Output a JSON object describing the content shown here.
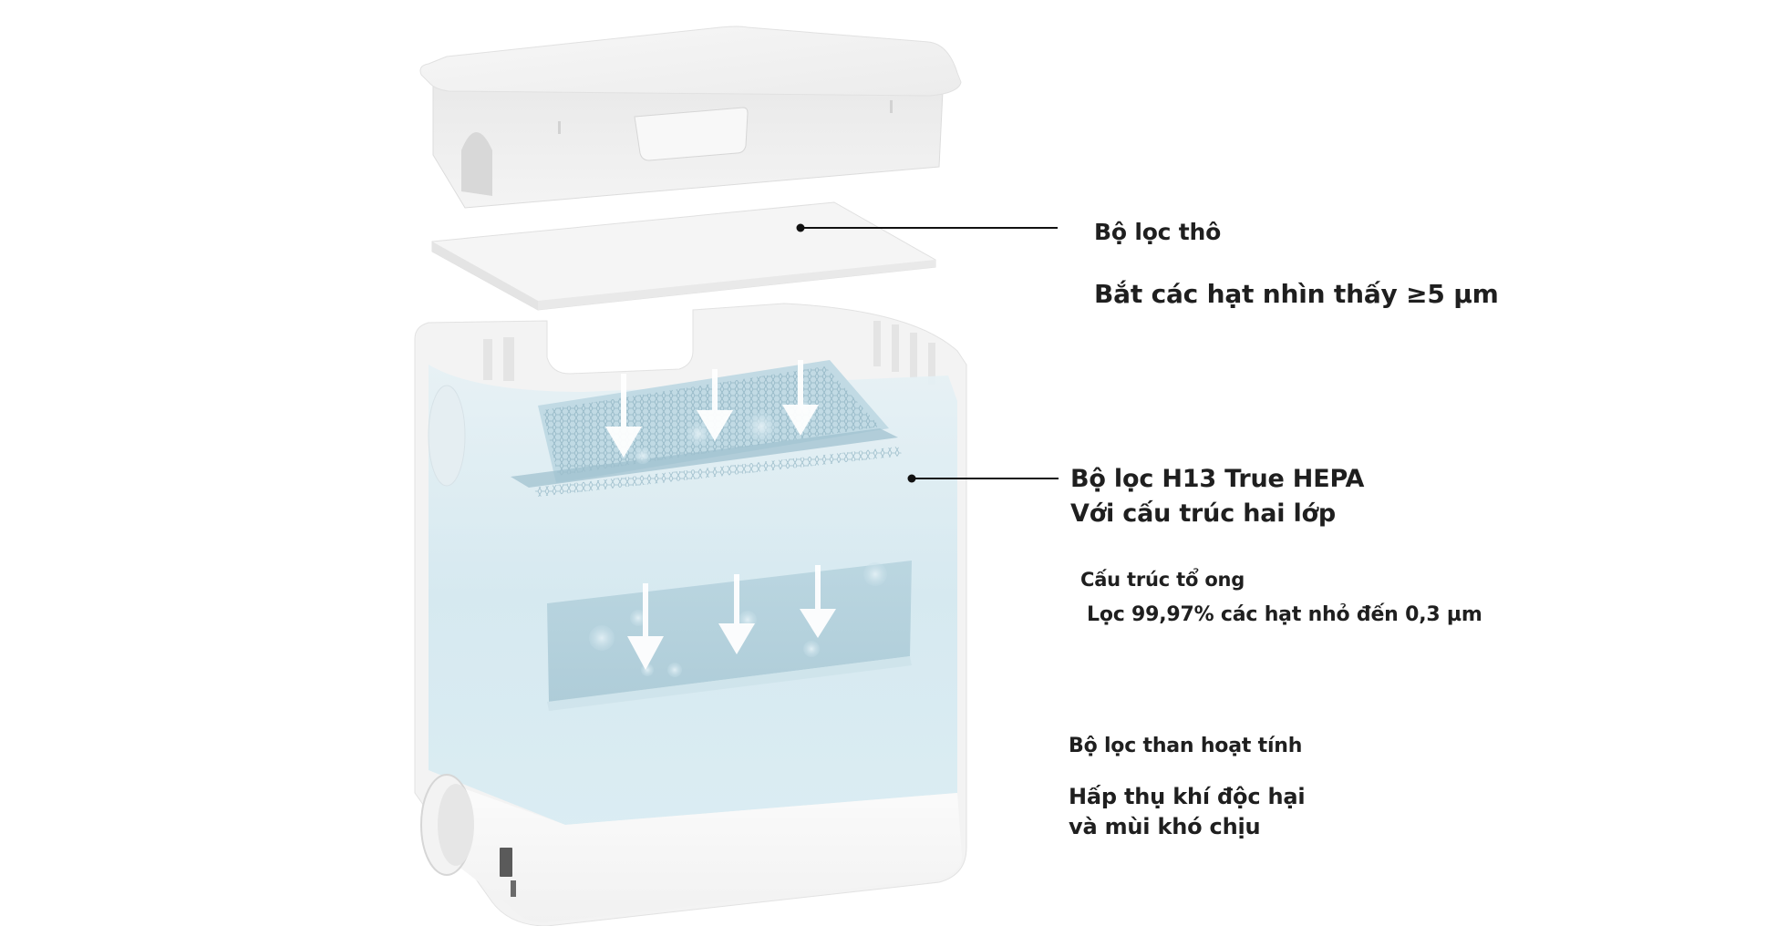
{
  "diagram": {
    "subject": "Air purifier exploded filter diagram",
    "components": [
      {
        "id": "top-cover",
        "description": "Top cover / lid"
      },
      {
        "id": "pre-filter",
        "description": "Coarse pre-filter sheet"
      },
      {
        "id": "hepa-filter",
        "description": "H13 True HEPA layer with honeycomb mesh"
      },
      {
        "id": "carbon-filter",
        "description": "Activated carbon layer"
      },
      {
        "id": "base",
        "description": "Base housing with fan inlet and switches"
      }
    ],
    "flow_arrows": {
      "count": 6,
      "direction": "down",
      "color": "#ffffff"
    }
  },
  "callouts": {
    "coarse": {
      "title": "Bộ lọc thô",
      "desc": "Bắt các hạt nhìn thấy ≥5 µm"
    },
    "hepa": {
      "title": "Bộ lọc H13 True HEPA",
      "subtitle": "Với cấu trúc hai lớp",
      "honeycomb_title": "Cấu trúc tổ ong",
      "honeycomb_desc": "Lọc 99,97% các hạt nhỏ đến 0,3 µm"
    },
    "carbon": {
      "title": "Bộ lọc than hoạt tính",
      "desc_line1": "Hấp thụ khí độc hại",
      "desc_line2": "và mùi khó chịu"
    }
  },
  "colors": {
    "background": "#ffffff",
    "text": "#1f1f1f",
    "plastic": "#f2f2f2",
    "filter_tint": "#cfe6ef",
    "filter_dark": "#a9cbd8",
    "pointer": "#111111"
  }
}
